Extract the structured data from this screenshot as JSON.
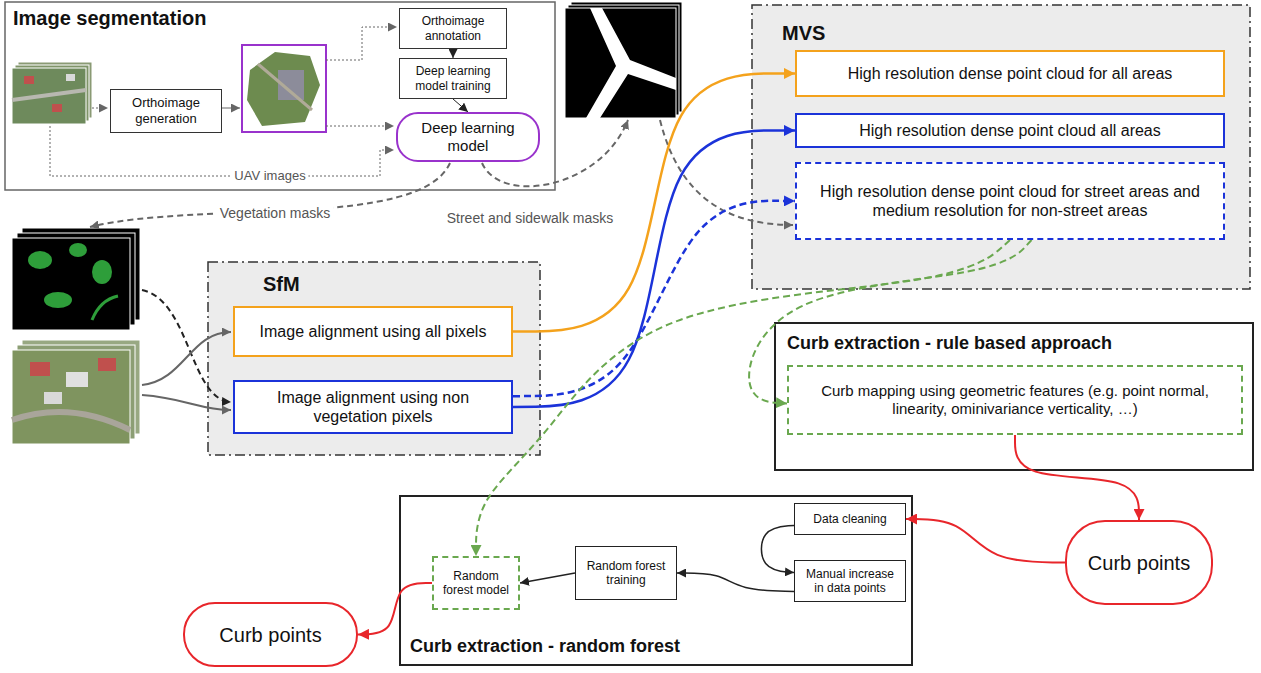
{
  "diagram": {
    "nodes": [
      {
        "text": [
          "Image segmentation"
        ]
      },
      {
        "text": [
          "Orthoimage generation"
        ],
        "in": 0
      },
      {
        "text": [
          "Orthoimage annotation"
        ],
        "in": 0
      },
      {
        "text": [
          "Deep learning model training"
        ],
        "in": 0
      },
      {
        "text": [
          "Deep learning model"
        ],
        "in": 0
      },
      {
        "text": [
          "MVS"
        ]
      },
      {
        "text": [
          "High resolution dense point cloud for all areas"
        ],
        "in": 5
      },
      {
        "text": [
          "High resolution dense point cloud all areas"
        ],
        "in": 5
      },
      {
        "text": [
          "High resolution dense point cloud for street areas and medium resolution for non-street areas"
        ],
        "in": 5
      },
      {
        "text": [
          "SfM"
        ]
      },
      {
        "text": [
          "Image alignment using all pixels"
        ],
        "in": 9
      },
      {
        "text": [
          "Image alignment using non vegetation pixels"
        ],
        "in": 9
      },
      {
        "text": [
          "Curb extraction - rule based approach"
        ]
      },
      {
        "text": [
          "Curb mapping using geometric features (e.g. point normal, linearity, ominivariance verticality, …)"
        ],
        "in": 12
      },
      {
        "text": [
          "Curb points"
        ]
      },
      {
        "text": [
          "Curb extraction - random forest"
        ]
      },
      {
        "text": [
          "Random forest model"
        ],
        "in": 15
      },
      {
        "text": [
          "Random forest training"
        ],
        "in": 15
      },
      {
        "text": [
          "Data cleaning"
        ],
        "in": 15
      },
      {
        "text": [
          "Manual increase in data points"
        ],
        "in": 15
      },
      {
        "text": [
          "Curb points"
        ]
      }
    ],
    "edges": [
      {
        "from": 2,
        "to": 3,
        "arrow": "to"
      },
      {
        "from": 3,
        "to": 4,
        "arrow": "to"
      },
      {
        "from": 10,
        "to": 6,
        "arrow": "to"
      },
      {
        "from": 11,
        "to": 7,
        "arrow": "to"
      },
      {
        "from": 11,
        "to": 8,
        "arrow": "to"
      },
      {
        "from": 8,
        "to": 13,
        "arrow": "to"
      },
      {
        "from": 8,
        "to": 16,
        "arrow": "to"
      },
      {
        "from": 13,
        "to": 14,
        "arrow": "to"
      },
      {
        "from": 14,
        "to": 18,
        "arrow": "to"
      },
      {
        "from": 18,
        "to": 19,
        "arrow": "to"
      },
      {
        "from": 19,
        "to": 17,
        "arrow": "to"
      },
      {
        "from": 17,
        "to": 16,
        "arrow": "to"
      },
      {
        "from": 16,
        "to": 20,
        "arrow": "to"
      }
    ],
    "labels": [
      "UAV images",
      "Vegetation masks",
      "Street and sidewalk masks"
    ]
  }
}
